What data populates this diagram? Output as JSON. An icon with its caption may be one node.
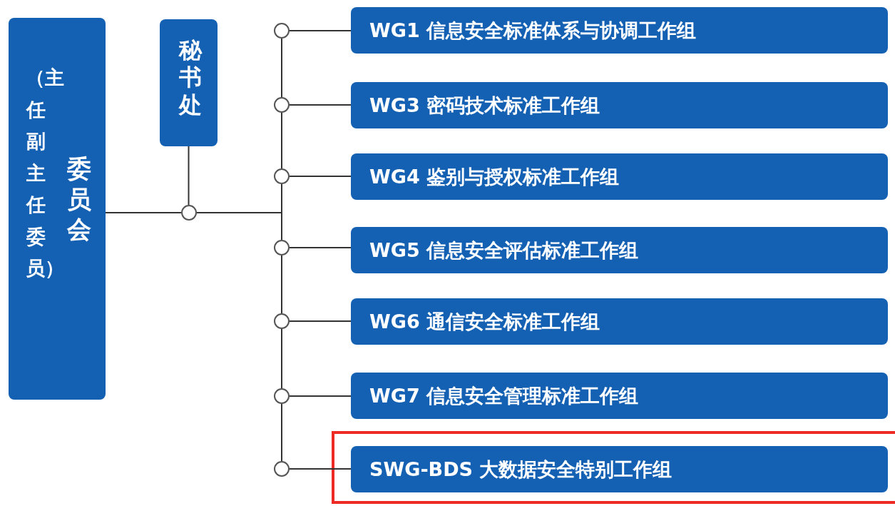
{
  "diagram": {
    "nodes": [
      {
        "text": [
          "（主任副主任委员）",
          "委员会"
        ]
      },
      {
        "text": [
          "秘书处"
        ]
      },
      {
        "text": [
          "WG1 信息安全标准体系与协调工作组"
        ]
      },
      {
        "text": [
          "WG3 密码技术标准工作组"
        ]
      },
      {
        "text": [
          "WG4 鉴别与授权标准工作组"
        ]
      },
      {
        "text": [
          "WG5 信息安全评估标准工作组"
        ]
      },
      {
        "text": [
          "WG6 通信安全标准工作组"
        ]
      },
      {
        "text": [
          "WG7 信息安全管理标准工作组"
        ]
      },
      {
        "text": [
          "SWG-BDS 大数据安全特别工作组"
        ]
      },
      {
        "text": [],
        "shape": "circle"
      },
      {
        "text": [],
        "shape": "circle"
      },
      {
        "text": [],
        "shape": "circle"
      },
      {
        "text": [],
        "shape": "circle"
      },
      {
        "text": [],
        "shape": "circle"
      },
      {
        "text": [],
        "shape": "circle"
      },
      {
        "text": [],
        "shape": "circle"
      },
      {
        "text": [],
        "shape": "circle"
      }
    ],
    "edges": [
      {
        "from": 0,
        "to": 9,
        "arrow": "none"
      },
      {
        "from": 1,
        "to": 9,
        "arrow": "none"
      },
      {
        "from": 9,
        "to": 12,
        "arrow": "none"
      },
      {
        "from": 9,
        "to": 13,
        "arrow": "none"
      },
      {
        "from": 10,
        "to": 11,
        "arrow": "none"
      },
      {
        "from": 11,
        "to": 12,
        "arrow": "none"
      },
      {
        "from": 13,
        "to": 14,
        "arrow": "none"
      },
      {
        "from": 14,
        "to": 15,
        "arrow": "none"
      },
      {
        "from": 15,
        "to": 16,
        "arrow": "none"
      },
      {
        "from": 10,
        "to": 2,
        "arrow": "none"
      },
      {
        "from": 11,
        "to": 3,
        "arrow": "none"
      },
      {
        "from": 12,
        "to": 4,
        "arrow": "none"
      },
      {
        "from": 13,
        "to": 5,
        "arrow": "none"
      },
      {
        "from": 14,
        "to": 6,
        "arrow": "none"
      },
      {
        "from": 15,
        "to": 7,
        "arrow": "none"
      },
      {
        "from": 16,
        "to": 8,
        "arrow": "none"
      }
    ]
  }
}
